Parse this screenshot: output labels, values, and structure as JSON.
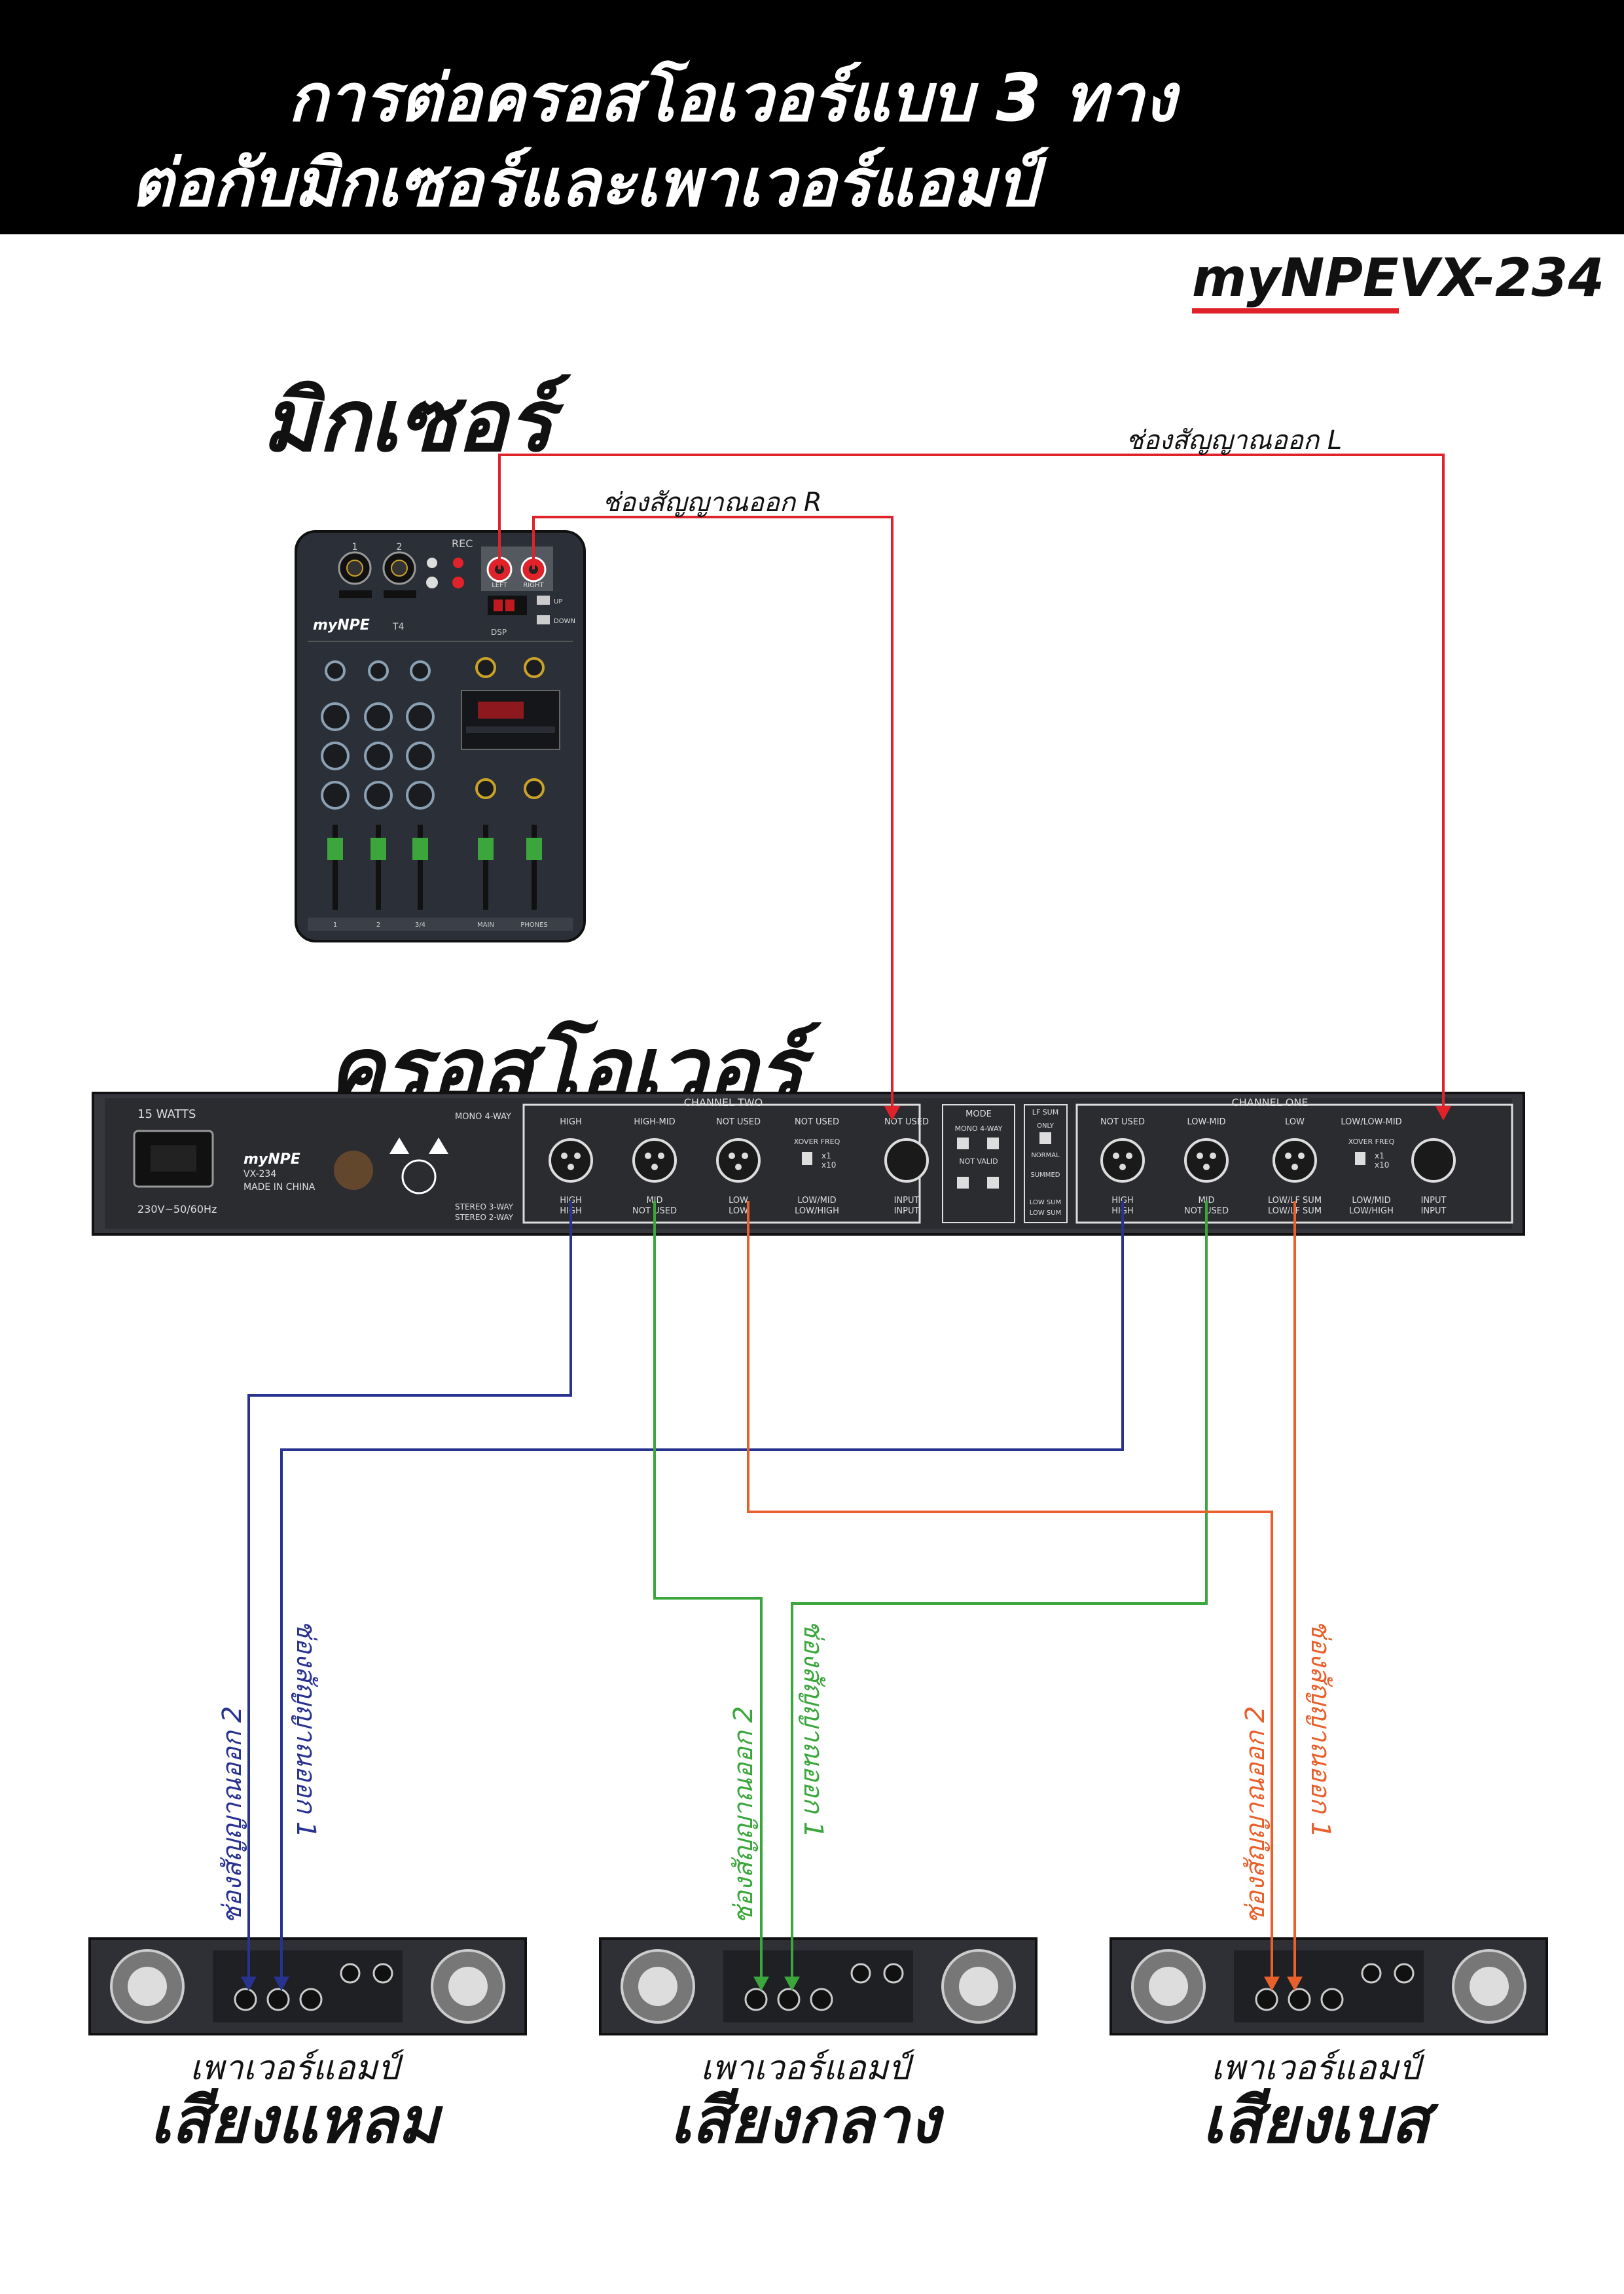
{
  "header": {
    "title_line1": "การต่อครอสโอเวอร์แบบ 3 ทาง",
    "title_line2": "ต่อกับมิกเซอร์และเพาเวอร์แอมป์",
    "brand_prefix": "myNPE",
    "model": "VX-234"
  },
  "mixer": {
    "label": "มิกเซอร์",
    "brand": "myNPE",
    "model": "T4",
    "rec_label": "REC",
    "out_left": "LEFT",
    "out_right": "RIGHT",
    "up": "UP",
    "down": "DOWN",
    "dsp": "DSP",
    "channel_labels": [
      "1",
      "2",
      "3/4",
      "MAIN",
      "PHONES"
    ]
  },
  "crossover": {
    "label": "ครอสโอเวอร์",
    "power_rating": "15 WATTS",
    "voltage": "230V~50/60Hz",
    "brand": "myNPE",
    "model": "VX-234",
    "made_in": "MADE IN CHINA",
    "mono_4way": "MONO 4-WAY",
    "stereo_3way": "STEREO 3-WAY",
    "stereo_2way": "STEREO 2-WAY",
    "channel_two": "CHANNEL TWO",
    "channel_one": "CHANNEL ONE",
    "ch2_jack_top": [
      "HIGH",
      "HIGH-MID",
      "NOT USED",
      "NOT USED"
    ],
    "ch2_jack_bottom": [
      "HIGH",
      "MID",
      "LOW",
      "LOW/MID"
    ],
    "ch2_jack_bottom2": [
      "HIGH",
      "NOT USED",
      "LOW",
      "LOW/HIGH"
    ],
    "ch2_input_top": "NOT USED",
    "ch2_input_bottom": "INPUT",
    "xover_freq": "XOVER FREQ",
    "x1": "x1",
    "x10": "x10",
    "mode": "MODE",
    "not_valid": "NOT VALID",
    "lf_sum": "LF SUM",
    "only": "ONLY",
    "normal": "NORMAL",
    "summed": "SUMMED",
    "low_sum": "LOW SUM",
    "ch1_jack_top": [
      "NOT USED",
      "LOW-MID",
      "LOW",
      "LOW/LOW-MID"
    ],
    "ch1_jack_bottom": [
      "HIGH",
      "MID",
      "LOW/LF SUM",
      "LOW/MID"
    ],
    "ch1_jack_bottom2": [
      "HIGH",
      "NOT USED",
      "LOW/LF SUM",
      "LOW/HIGH"
    ],
    "ch1_input": "INPUT"
  },
  "cables": {
    "out_L": "ช่องสัญญาณออก L",
    "out_R": "ช่องสัญญาณออก R",
    "out_2": "ช่องสัญญาณออก 2",
    "out_1": "ช่องสัญญาณออก 1",
    "colors": {
      "red": "#e0232b",
      "blue": "#28328f",
      "green": "#3aa63c",
      "orange": "#e8602c"
    }
  },
  "amps": [
    {
      "sub": "เพาเวอร์แอมป์",
      "main": "เสียงแหลม"
    },
    {
      "sub": "เพาเวอร์แอมป์",
      "main": "เสียงกลาง"
    },
    {
      "sub": "เพาเวอร์แอมป์",
      "main": "เสียงเบส"
    }
  ]
}
